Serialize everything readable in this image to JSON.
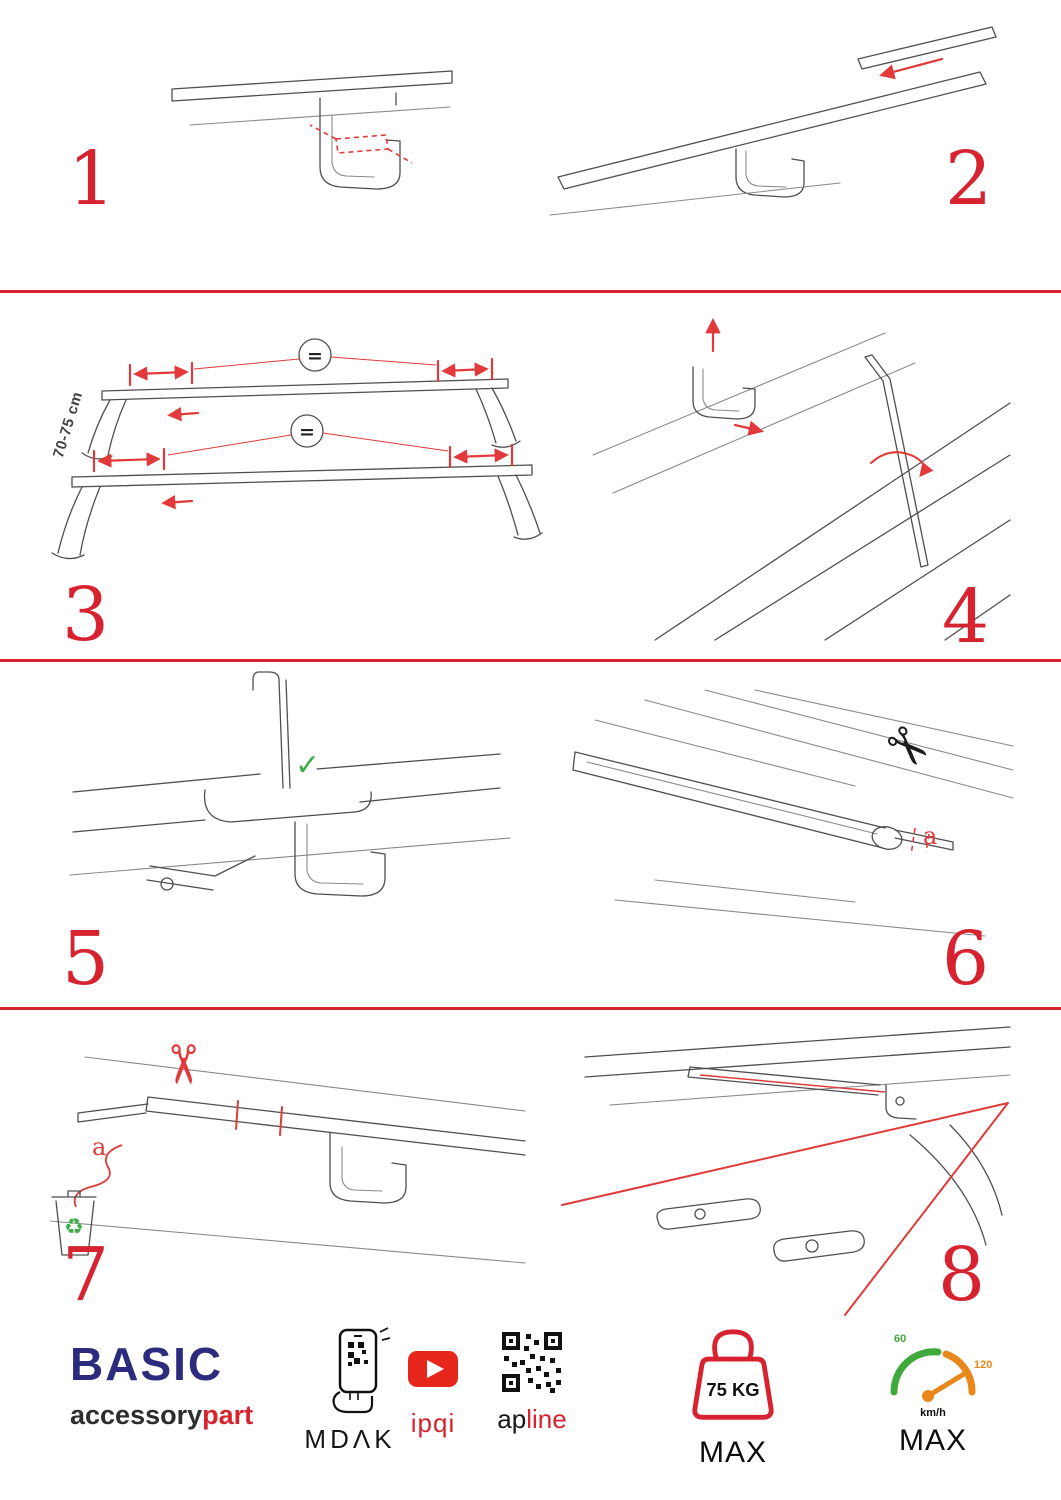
{
  "steps": [
    {
      "number": "1"
    },
    {
      "number": "2"
    },
    {
      "number": "3",
      "dimension_label": "70-75 cm",
      "equal_symbol": "="
    },
    {
      "number": "4"
    },
    {
      "number": "5",
      "check_glyph": "✓"
    },
    {
      "number": "6",
      "part_label": "a",
      "scissors_glyph": "✂"
    },
    {
      "number": "7",
      "part_label": "a",
      "scissors_glyph": "✂",
      "recycle_glyph": "♻"
    },
    {
      "number": "8"
    }
  ],
  "footer": {
    "brand_title": "BASIC",
    "brand_name_left": "accessory",
    "brand_name_right": "part",
    "partner_mdak": "MDΛK",
    "partner_ipqi": "ipqi",
    "partner_ap": "ap",
    "partner_line": "line",
    "weight_value": "75 KG",
    "weight_max_label": "MAX",
    "speed_min": "60",
    "speed_max_value": "120",
    "speed_unit": "km/h",
    "speed_max_label": "MAX"
  },
  "colors": {
    "accent_red": "#d6232f",
    "brand_blue": "#2b2c7e",
    "green": "#3fae49",
    "orange": "#e8871a"
  }
}
